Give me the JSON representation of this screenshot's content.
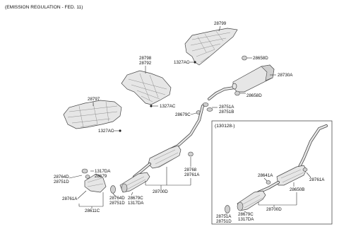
{
  "header": "(EMISSION REGULATION - FED. 11)",
  "inset_header": "(130128-)",
  "labels": {
    "p28799": "28799",
    "p28798": "28798",
    "p28792": "28792",
    "p1327AC_a": "1327AC",
    "p28658D_a": "28658D",
    "p28730A": "28730A",
    "p28658D_b": "28658D",
    "p28797": "28797",
    "p1327AC_b": "1327AC",
    "p1327AC_c": "1327AC",
    "p28751A_a": "28751A",
    "p28751B_a": "28751B",
    "p28679C_a": "28679C",
    "p28764D_a": "28764D",
    "p28751D_a": "28751D",
    "p1317DA_a": "1317DA",
    "p28679_a": "28679",
    "p28761A_a": "28761A",
    "p28611C": "28611C",
    "p28764D_b": "28764D",
    "p28751D_b": "28751D",
    "p28679C_b": "28679C",
    "p1317DA_b": "1317DA",
    "p28768": "28768",
    "p28761A_b": "28761A",
    "p28700D_a": "28700D",
    "p28641A": "28641A",
    "p28761A_c": "28761A",
    "p28650B": "28650B",
    "p28700D_b": "28700D",
    "p28751A_b": "28751A",
    "p28751D_c": "28751D",
    "p28679C_c": "28679C",
    "p1317DA_c": "1317DA"
  }
}
